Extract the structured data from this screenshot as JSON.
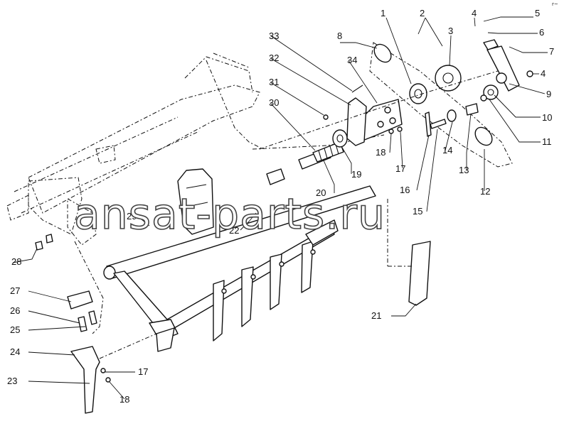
{
  "watermark": "ansat-parts.ru",
  "corner_mark": "r~",
  "callouts": [
    "1",
    "2",
    "3",
    "4",
    "5",
    "6",
    "7",
    "4",
    "9",
    "8",
    "10",
    "11",
    "12",
    "13",
    "14",
    "15",
    "16",
    "17",
    "18",
    "19",
    "20",
    "21",
    "22",
    "23",
    "24",
    "25",
    "26",
    "27",
    "28",
    "29",
    "30",
    "31",
    "32",
    "33",
    "34",
    "17",
    "18"
  ]
}
